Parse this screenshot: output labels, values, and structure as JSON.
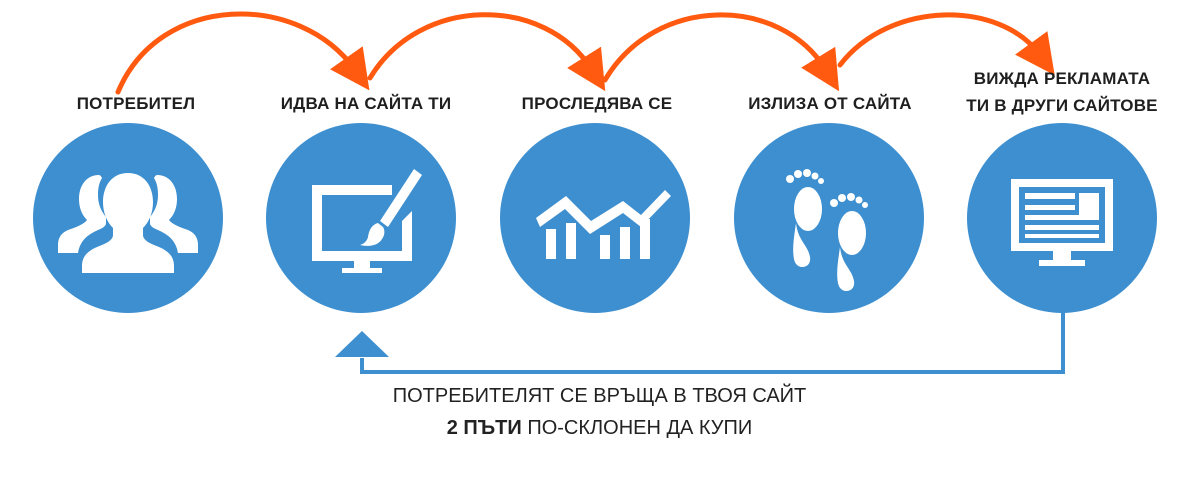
{
  "colors": {
    "circle": "#3d8fd0",
    "arrow_orange": "#ff5a0f",
    "return_line": "#3d8fd0",
    "icon": "#ffffff"
  },
  "steps": [
    {
      "label_line1": "ПОТРЕБИТЕЛ",
      "label_line2": "",
      "icon": "users-icon"
    },
    {
      "label_line1": "ИДВА НА САЙТА ТИ",
      "label_line2": "",
      "icon": "monitor-brush-icon"
    },
    {
      "label_line1": "ПРОСЛЕДЯВА СЕ",
      "label_line2": "",
      "icon": "chart-icon"
    },
    {
      "label_line1": "ИЗЛИЗА ОТ САЙТА",
      "label_line2": "",
      "icon": "footprints-icon"
    },
    {
      "label_line1": "ВИЖДА РЕКЛАМАТА",
      "label_line2": "ТИ В ДРУГИ САЙТОВЕ",
      "icon": "monitor-ad-icon"
    }
  ],
  "footer": {
    "line1": "ПОТРЕБИТЕЛЯТ СЕ ВРЪЩА В ТВОЯ САЙТ",
    "line2_bold": "2 ПЪТИ",
    "line2_rest": " ПО-СКЛОНЕН ДА КУПИ"
  }
}
